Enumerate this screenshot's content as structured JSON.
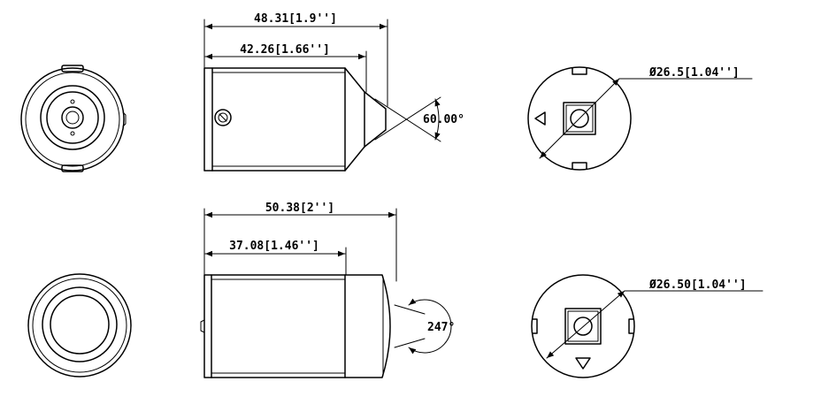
{
  "diagram": {
    "dimensions": {
      "top_overall_length": "48.31[1.9'']",
      "top_body_length": "42.26[1.66'']",
      "top_cone_angle": "60.00°",
      "top_diameter": "Ø26.5[1.04'']",
      "bottom_overall_length": "50.38[2'']",
      "bottom_body_length": "37.08[1.46'']",
      "bottom_view_angle": "247°",
      "bottom_diameter": "Ø26.50[1.04'']"
    }
  }
}
